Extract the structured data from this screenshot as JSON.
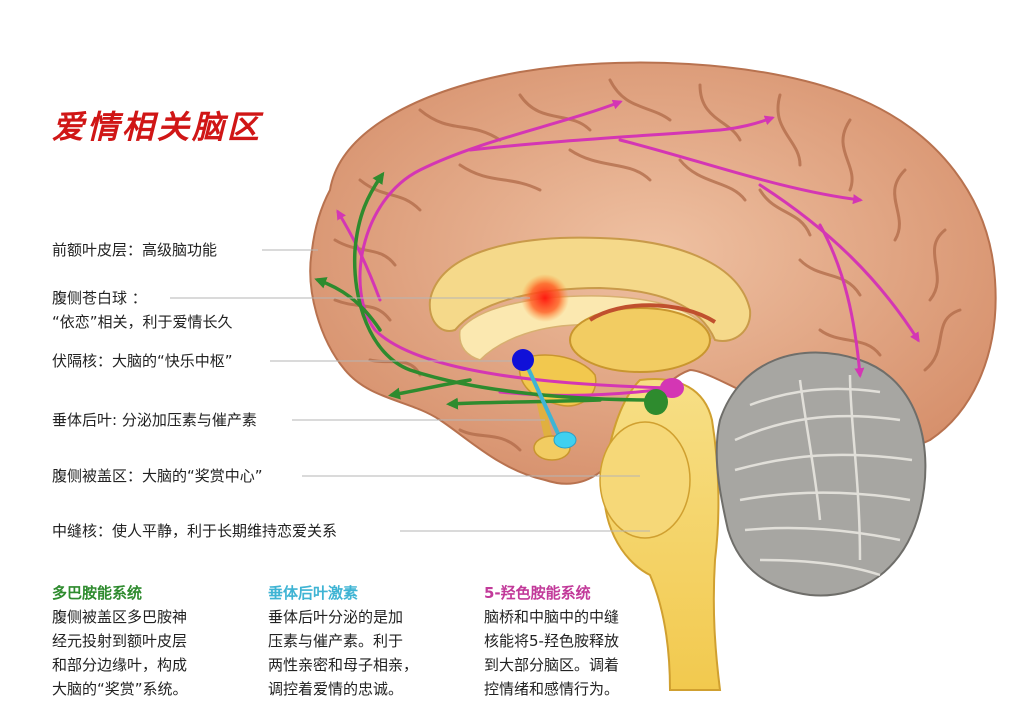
{
  "title": "爱情相关脑区",
  "labels": [
    {
      "id": "pfc",
      "text": "前额叶皮层：高级脑功能"
    },
    {
      "id": "vp1",
      "text": "腹侧苍白球 ："
    },
    {
      "id": "vp2",
      "text": "“依恋”相关，利于爱情长久"
    },
    {
      "id": "nacc",
      "text": "伏隔核：大脑的“快乐中枢”"
    },
    {
      "id": "pit",
      "text": "垂体后叶: 分泌加压素与催产素"
    },
    {
      "id": "vta",
      "text": "腹侧被盖区：大脑的“奖赏中心”"
    },
    {
      "id": "raphe",
      "text": "中缝核：使人平静，利于长期维持恋爱关系"
    }
  ],
  "systems": [
    {
      "title": "多巴胺能系统",
      "color": "#2e8b2e",
      "body": "腹侧被盖区多巴胺神\n经元投射到额叶皮层\n和部分边缘叶，构成\n大脑的“奖赏”系统。"
    },
    {
      "title": "垂体后叶激素",
      "color": "#3fb4d4",
      "body": "垂体后叶分泌的是加\n压素与催产素。利于\n两性亲密和母子相亲，\n调控着爱情的忠诚。"
    },
    {
      "title": "5-羟色胺能系统",
      "color": "#c23a9a",
      "body": "脑桥和中脑中的中缝\n核能将5-羟色胺释放\n到大部分脑区。调着\n控情绪和感情行为。"
    }
  ],
  "colors": {
    "title": "#d01616",
    "dopamine": "#2e8b2e",
    "serotonin": "#d436b4",
    "pituitary": "#3fb4d4",
    "nucleus_accumbens": "#1010d8",
    "ventral_pallidum": "#ff2a10",
    "cortex": "#e3a07c",
    "cerebellum": "#a7a6a2",
    "brainstem": "#f4d66c"
  }
}
